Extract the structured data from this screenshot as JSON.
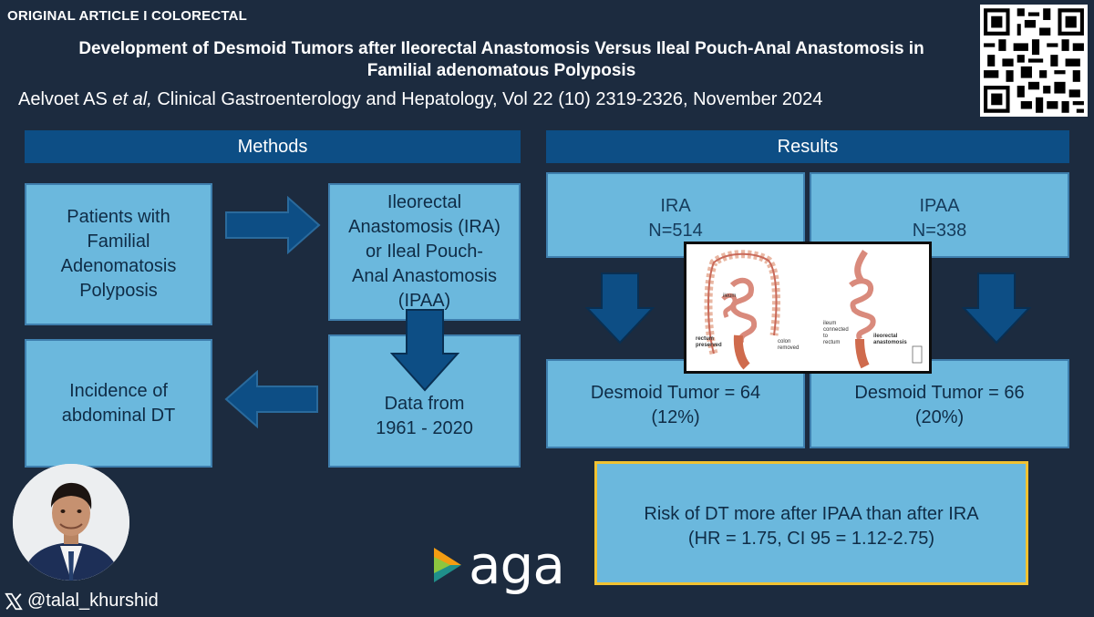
{
  "header": {
    "tag": "ORIGINAL ARTICLE I COLORECTAL",
    "title": "Development of Desmoid Tumors after Ileorectal Anastomosis Versus Ileal Pouch-Anal Anastomosis in Familial adenomatous Polyposis",
    "citation_author": "Aelvoet AS ",
    "citation_etal": "et al,",
    "citation_rest": " Clinical Gastroenterology and Hepatology, Vol 22 (10) 2319-2326, November 2024"
  },
  "methods": {
    "heading": "Methods",
    "patients": [
      "Patients with",
      "Familial",
      "Adenomatosis",
      "Polyposis"
    ],
    "procedure": [
      "Ileorectal",
      "Anastomosis (IRA)",
      "or Ileal Pouch-",
      "Anal Anastomosis",
      "(IPAA)"
    ],
    "data_from": [
      "Data from",
      "1961 - 2020"
    ],
    "incidence": [
      "Incidence of",
      "abdominal DT"
    ]
  },
  "results": {
    "heading": "Results",
    "ira": {
      "label": "IRA",
      "n": "N=514",
      "outcome": "Desmoid Tumor = 64",
      "pct": "(12%)"
    },
    "ipaa": {
      "label": "IPAA",
      "n": "N=338",
      "outcome": "Desmoid Tumor = 66",
      "pct": "(20%)"
    },
    "risk_line1": "Risk of DT more after IPAA than after IRA",
    "risk_line2": "(HR = 1.75, CI 95 = 1.12-2.75)"
  },
  "illustration": {
    "left_labels": [
      "ileum",
      "rectum",
      "preserved",
      "colon",
      "removed"
    ],
    "right_labels": [
      "ileum",
      "connected",
      "to",
      "rectum",
      "ileorectal",
      "anastomosis"
    ]
  },
  "footer": {
    "handle": "@talal_khurshid",
    "logo_text": "aga"
  },
  "colors": {
    "background": "#1c2b3f",
    "band": "#0d4e85",
    "box": "#6bb8dd",
    "arrow": "#0d4e85",
    "highlight_border": "#f1c232"
  },
  "icons": [
    "qr-code-icon",
    "arrow-right-icon",
    "arrow-left-icon",
    "arrow-down-icon",
    "x-logo-icon",
    "aga-logo-icon"
  ]
}
